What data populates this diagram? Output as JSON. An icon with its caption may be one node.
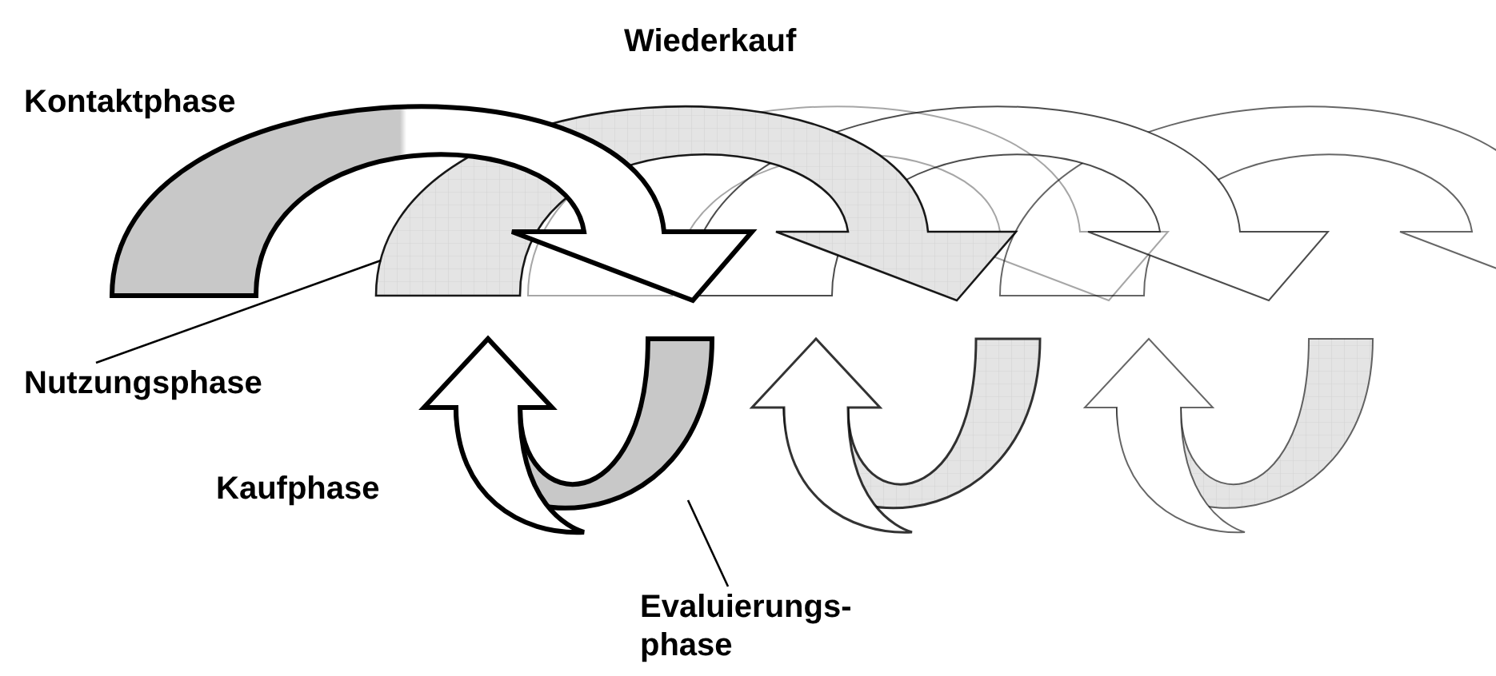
{
  "diagram": {
    "nodes": [
      {
        "text": [
          "Nutzungsphase"
        ]
      },
      {
        "text": [
          "Evaluierungs- phase"
        ]
      }
    ],
    "edges": [
      {
        "from": 0,
        "to": null,
        "arrow": "none"
      },
      {
        "from": 1,
        "to": null,
        "arrow": "none"
      }
    ],
    "labels": [
      "Wiederkauf",
      "Kontaktphase",
      "Kaufphase"
    ]
  }
}
